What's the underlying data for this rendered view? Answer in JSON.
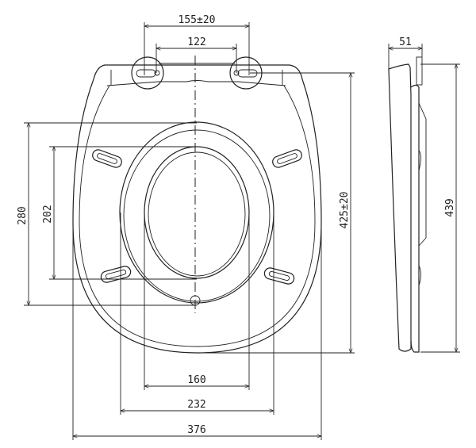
{
  "drawing": {
    "front_view": {
      "dimensions": {
        "hinge_spacing": "155±20",
        "hinge_inner": "122",
        "seat_length": "280",
        "opening_length": "202",
        "overall_length": "425±20",
        "opening_width": "160",
        "seat_width": "232",
        "overall_width": "376"
      }
    },
    "side_view": {
      "dimensions": {
        "thickness": "51",
        "height": "439"
      }
    }
  }
}
